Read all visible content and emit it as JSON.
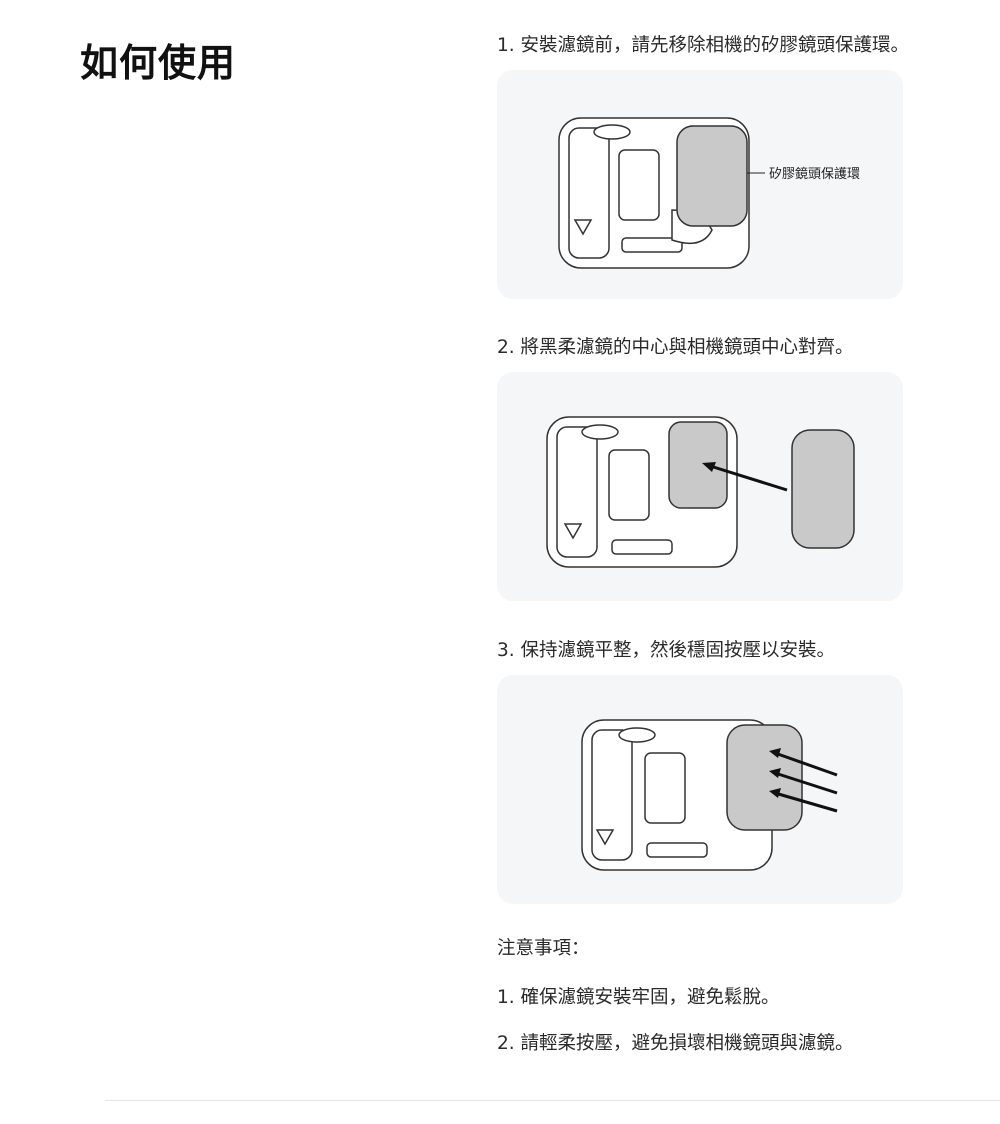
{
  "title": "如何使用",
  "steps": [
    {
      "text": "1. 安裝濾鏡前，請先移除相機的矽膠鏡頭保護環。",
      "callout": "矽膠鏡頭保護環"
    },
    {
      "text": "2. 將黑柔濾鏡的中心與相機鏡頭中心對齊。"
    },
    {
      "text": "3. 保持濾鏡平整，然後穩固按壓以安裝。"
    }
  ],
  "notes": {
    "heading": "注意事項：",
    "items": [
      "1. 確保濾鏡安裝牢固，避免鬆脫。",
      "2. 請輕柔按壓，避免損壞相機鏡頭與濾鏡。"
    ]
  }
}
